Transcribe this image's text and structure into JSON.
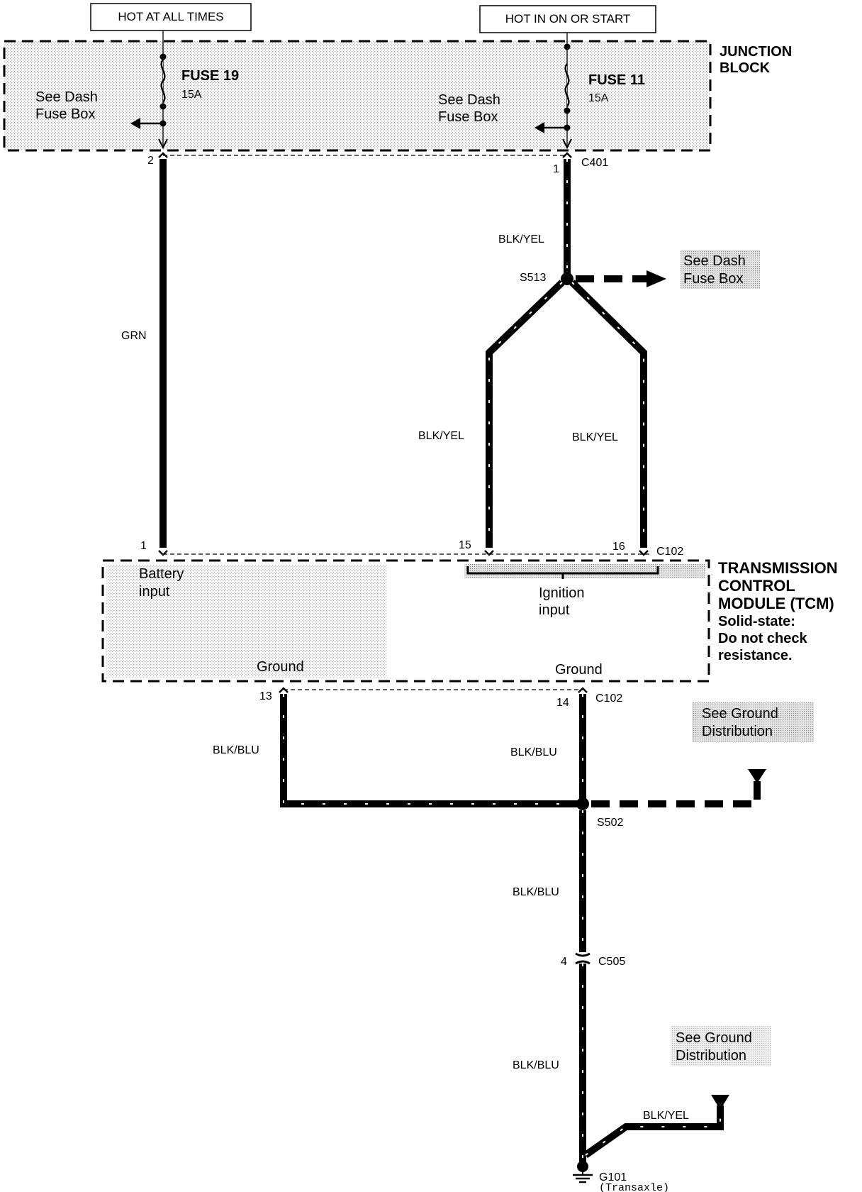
{
  "hot_labels": {
    "left": "HOT AT ALL TIMES",
    "right": "HOT IN ON OR START"
  },
  "junction_block": {
    "title_line1": "JUNCTION",
    "title_line2": "BLOCK",
    "fuse_left_name": "FUSE 19",
    "fuse_left_rating": "15A",
    "fuse_right_name": "FUSE 11",
    "fuse_right_rating": "15A",
    "see_left_line1": "See Dash",
    "see_left_line2": "Fuse Box",
    "see_right_line1": "See Dash",
    "see_right_line2": "Fuse Box"
  },
  "pins": {
    "jb_left": "2",
    "jb_right": "1",
    "c401": "C401",
    "tcm_1": "1",
    "tcm_15": "15",
    "tcm_16": "16",
    "c102_top": "C102",
    "tcm_13": "13",
    "tcm_14": "14",
    "c102_bottom": "C102",
    "c505_pin": "4",
    "c505": "C505"
  },
  "wires": {
    "grn": "GRN",
    "blk_yel_top": "BLK/YEL",
    "blk_yel_left": "BLK/YEL",
    "blk_yel_right": "BLK/YEL",
    "blk_blu_13": "BLK/BLU",
    "blk_blu_14": "BLK/BLU",
    "blk_blu_s502": "BLK/BLU",
    "blk_blu_g101": "BLK/BLU",
    "blk_yel_bottom": "BLK/YEL"
  },
  "splices": {
    "s513": "S513",
    "s502": "S502"
  },
  "see_dash_s513": {
    "line1": "See Dash",
    "line2": "Fuse Box"
  },
  "tcm": {
    "title_line1": "TRANSMISSION",
    "title_line2": "CONTROL",
    "title_line3": "MODULE (TCM)",
    "note_line1": "Solid-state:",
    "note_line2": "Do not check",
    "note_line3": "resistance.",
    "battery_line1": "Battery",
    "battery_line2": "input",
    "ignition_line1": "Ignition",
    "ignition_line2": "input",
    "ground_left": "Ground",
    "ground_right": "Ground"
  },
  "ground_refs": {
    "upper_line1": "See Ground",
    "upper_line2": "Distribution",
    "lower_line1": "See Ground",
    "lower_line2": "Distribution"
  },
  "g101": {
    "name": "G101",
    "location": "(Transaxle)"
  }
}
